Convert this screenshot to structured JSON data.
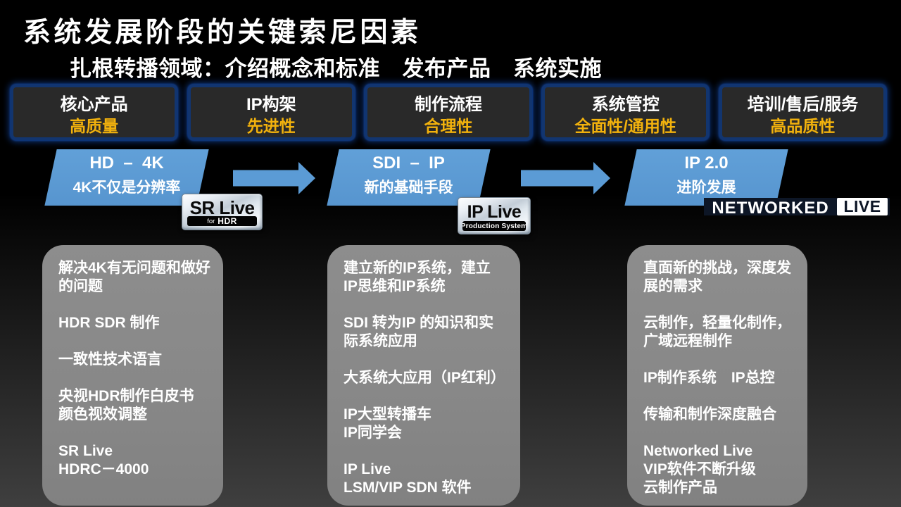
{
  "slide": {
    "title": "系统发展阶段的关键索尼因素",
    "subtitle": "扎根转播领域：介绍概念和标准　发布产品　系统实施"
  },
  "factor_boxes": [
    {
      "title": "核心产品",
      "quality": "高质量"
    },
    {
      "title": "IP构架",
      "quality": "先进性"
    },
    {
      "title": "制作流程",
      "quality": "合理性"
    },
    {
      "title": "系统管控",
      "quality": "全面性/通用性"
    },
    {
      "title": "培训/售后/服务",
      "quality": "高品质性"
    }
  ],
  "stages": [
    {
      "title": "HD  –  4K",
      "subtitle": "4K不仅是分辨率"
    },
    {
      "title": "SDI  –  IP",
      "subtitle": "新的基础手段"
    },
    {
      "title": "IP 2.0",
      "subtitle": "进阶发展"
    }
  ],
  "badges": {
    "sr_live": {
      "title": "SR Live",
      "sub_prefix": "for",
      "sub_main": "HDR"
    },
    "ip_live": {
      "title": "IP Live",
      "subtitle": "Production System"
    },
    "networked_live": {
      "first": "NETWORKED",
      "second": "LIVE"
    }
  },
  "panels": [
    {
      "paragraphs": [
        "解决4K有无问题和做好\n的问题",
        "HDR SDR 制作",
        "一致性技术语言",
        "央视HDR制作白皮书\n颜色视效调整",
        "SR Live\nHDRC－4000"
      ]
    },
    {
      "paragraphs": [
        "建立新的IP系统，建立\nIP思维和IP系统",
        "SDI 转为IP 的知识和实\n际系统应用",
        "大系统大应用（IP红利）",
        "IP大型转播车\nIP同学会",
        "IP Live\nLSM/VIP SDN 软件"
      ]
    },
    {
      "paragraphs": [
        "直面新的挑战，深度发\n展的需求",
        "云制作，轻量化制作，\n广域远程制作",
        "IP制作系统　IP总控",
        "传输和制作深度融合",
        "Networked Live\nVIP软件不断升级\n云制作产品"
      ]
    }
  ],
  "colors": {
    "stage_blue": "#5B9BD5",
    "quality_gold": "#F2B20D",
    "factor_border_blue": "#12356F",
    "panel_gray": "#878787",
    "logo_navy": "#0D1626"
  }
}
